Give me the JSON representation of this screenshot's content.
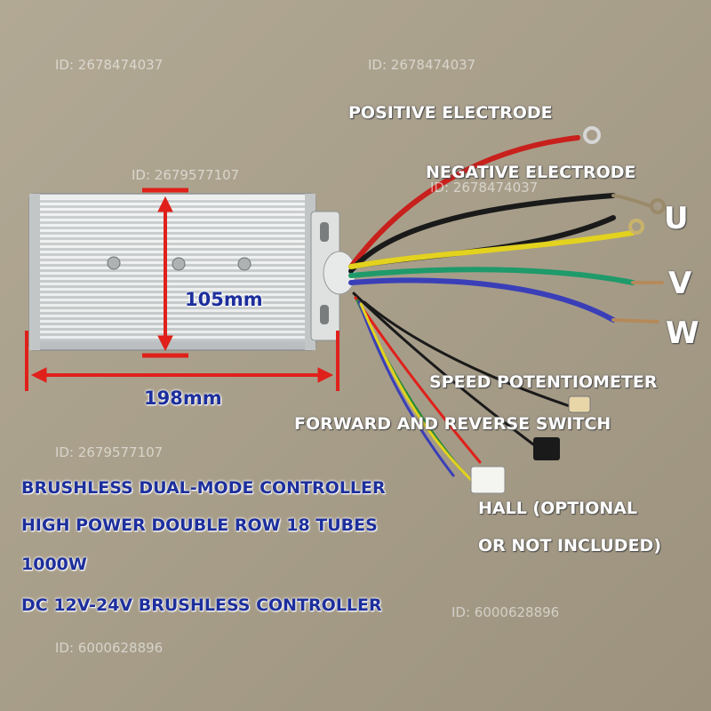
{
  "labels": {
    "positive": "POSITIVE ELECTRODE",
    "negative": "NEGATIVE ELECTRODE",
    "u": "U",
    "v": "V",
    "w": "W",
    "speed": "SPEED POTENTIOMETER",
    "switch": "FORWARD AND REVERSE SWITCH",
    "hall_1": "HALL (OPTIONAL",
    "hall_2": "OR NOT INCLUDED)",
    "height_dim": "105mm",
    "width_dim": "198mm"
  },
  "description": {
    "line1": "BRUSHLESS DUAL-MODE CONTROLLER",
    "line2": "HIGH POWER DOUBLE ROW 18 TUBES",
    "line3": "1000W",
    "line4": "DC 12V-24V BRUSHLESS CONTROLLER"
  },
  "watermarks": {
    "w1": "ID: 2678474037",
    "w2": "ID: 2678474037",
    "w3": "ID: 2679577107",
    "w4": "ID: 2678474037",
    "w5": "ID: 2679577107",
    "w6": "ID: 6000628896",
    "w7": "ID: 6000628896"
  },
  "colors": {
    "background": "#a89f8c",
    "label_white": "#ffffff",
    "label_blue": "#1d2f9c",
    "dimension_red": "#e0201a",
    "wire_red": "#c8201c",
    "wire_black": "#1a1a1a",
    "wire_yellow": "#e3d21e",
    "wire_green": "#1f9a6a",
    "wire_blue": "#3a3fb8",
    "housing": "#d9dcdc"
  }
}
